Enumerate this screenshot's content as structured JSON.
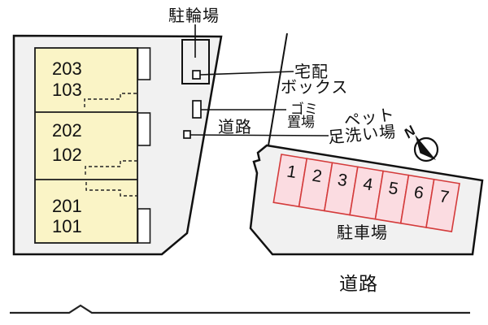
{
  "site_plan": {
    "bicycle_parking_label": "駐輪場",
    "delivery_box_label_line1": "宅配",
    "delivery_box_label_line2": "ボックス",
    "garbage_label_line1": "ゴミ",
    "garbage_label_line2": "置場",
    "road_label_top": "道路",
    "pet_wash_label_line1": "ペット",
    "pet_wash_label_line2": "足洗い場",
    "north_label": "N",
    "building": {
      "units": [
        {
          "upper": "203",
          "lower": "103"
        },
        {
          "upper": "202",
          "lower": "102"
        },
        {
          "upper": "201",
          "lower": "101"
        }
      ]
    },
    "parking": {
      "label": "駐車場",
      "spaces": [
        "1",
        "2",
        "3",
        "4",
        "5",
        "6",
        "7"
      ]
    },
    "road_label_bottom": "道路",
    "colors": {
      "plot_fill": "#f1f1f1",
      "building_fill": "#faf4c6",
      "stall_fill": "#fbdce1",
      "stall_border": "#d43b3b",
      "outline": "#111111"
    }
  }
}
